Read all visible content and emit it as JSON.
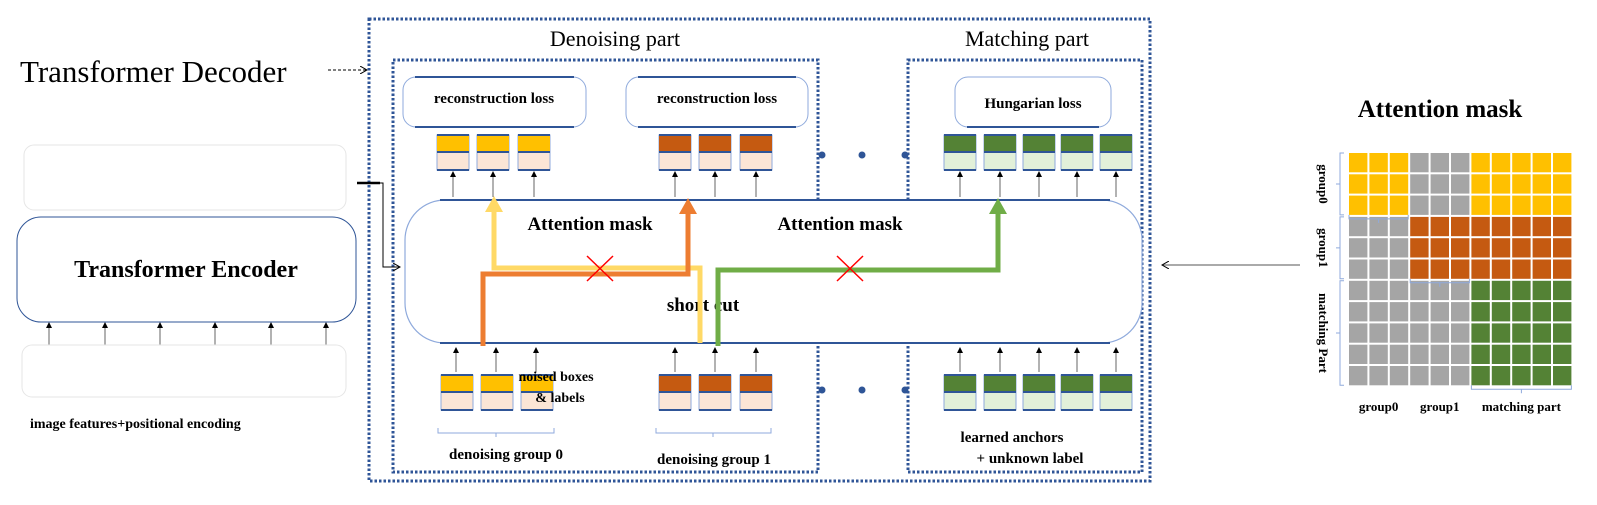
{
  "decoder_label": "Transformer Decoder",
  "denoising_part": {
    "title": "Denoising part",
    "loss_labels": [
      "reconstruction loss",
      "reconstruction loss"
    ],
    "input_label_line1": "noised boxes",
    "input_label_line2": "& labels",
    "group_labels": [
      "denoising group 0",
      "denoising group 1"
    ]
  },
  "matching_part": {
    "title": "Matching part",
    "loss_label": "Hungarian loss",
    "input_label_line1": "learned anchors",
    "input_label_line2": "+ unknown label"
  },
  "decoder_box": {
    "mask_labels": [
      "Attention mask",
      "Attention mask"
    ],
    "shortcut_label": "short cut"
  },
  "encoder": {
    "title": "Transformer Encoder",
    "input_caption": "image features+positional encoding",
    "token_count": 6
  },
  "attention_mask": {
    "title": "Attention mask",
    "groups": [
      {
        "label": "group0",
        "row_label": "group0",
        "size": 3
      },
      {
        "label": "group1",
        "row_label": "group1",
        "size": 3
      },
      {
        "label": "matching part",
        "row_label": "matching Part",
        "size": 5
      }
    ],
    "block_colors": [
      [
        "yellow",
        "gray",
        "yellow"
      ],
      [
        "gray",
        "orange",
        "orange"
      ],
      [
        "gray",
        "gray",
        "green"
      ]
    ]
  },
  "colors": {
    "yellow": "#ffc000",
    "orange": "#c55a11",
    "green": "#548235",
    "gray": "#a5a5a5",
    "border_blue": "#2f5597",
    "arrow_yellow": "#ffd966",
    "arrow_orange": "#ed7d31",
    "arrow_green": "#70ad47",
    "blocked_cross": "#ff0000"
  }
}
